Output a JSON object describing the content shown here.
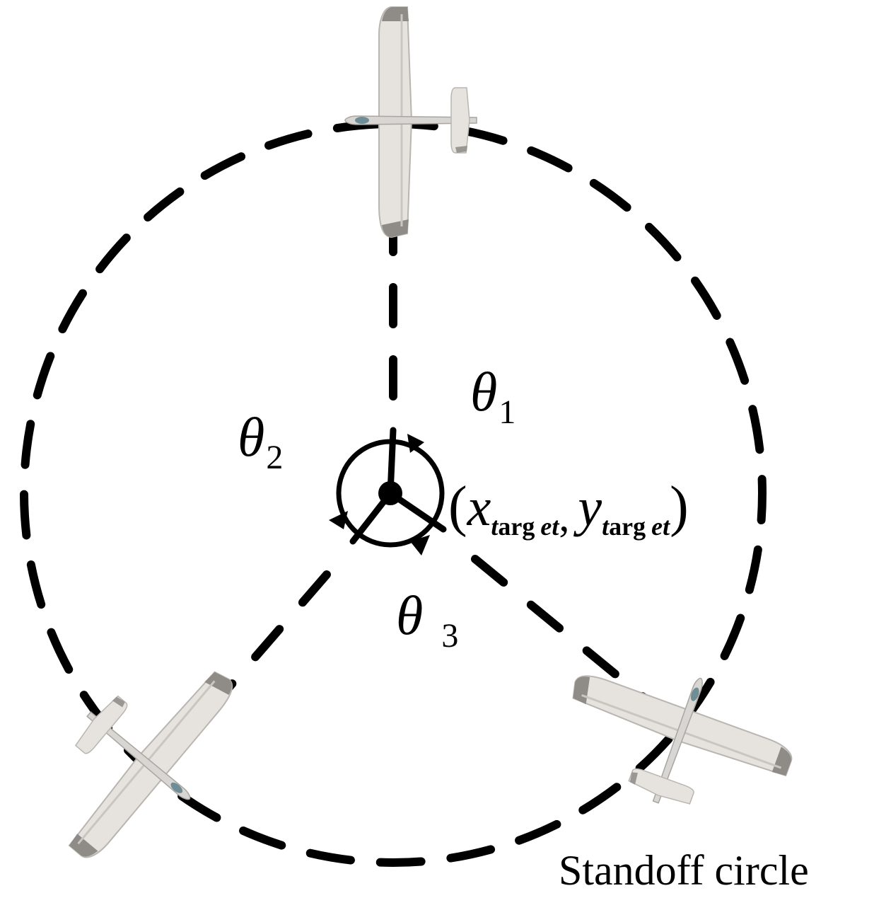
{
  "labels": {
    "theta1": {
      "symbol": "θ",
      "sub": "1"
    },
    "theta2": {
      "symbol": "θ",
      "sub": "2"
    },
    "theta3": {
      "symbol": "θ",
      "sub": "3"
    },
    "target": {
      "open": "(",
      "x": "x",
      "x_sub_a": "t",
      "x_sub_b": "arg",
      "x_sub_c": "et",
      "comma": ",",
      "y": "y",
      "y_sub_a": "t",
      "y_sub_b": "arg",
      "y_sub_c": "et",
      "close": ")"
    },
    "caption": "Standoff circle"
  },
  "colors": {
    "stroke": "#000000",
    "background": "#ffffff",
    "wing": "#e6e3df",
    "wing_shade": "#b9b5b0",
    "wing_tip": "#8f8c88",
    "fuselage": "#d8d6d2"
  },
  "icons": {
    "uav": "fixed-wing-glider-icon",
    "target": "target-point-icon",
    "arrow": "arrowhead-icon"
  }
}
